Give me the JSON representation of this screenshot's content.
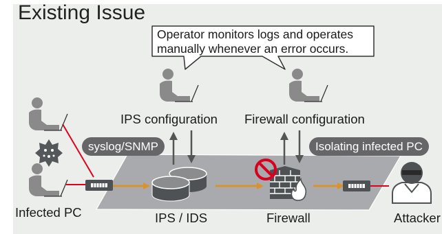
{
  "title": "Existing Issue",
  "callout": {
    "line1": "Operator monitors logs and operates",
    "line2": "manually whenever an error occurs."
  },
  "labels": {
    "ips_configuration": "IPS configuration",
    "firewall_configuration": "Firewall configuration",
    "syslog_snmp": "syslog/SNMP",
    "isolating": "Isolating infected PC",
    "infected_pc": "Infected PC",
    "ips_ids": "IPS / IDS",
    "firewall": "Firewall",
    "attacker": "Attacker"
  },
  "colors": {
    "background_panel": "#eceeec",
    "network_plane": "#a9aaad",
    "flow_arrow": "#d9922e",
    "infection_link": "#e0001a",
    "label_pill": "#666668",
    "prohibited": "#d7001f"
  }
}
